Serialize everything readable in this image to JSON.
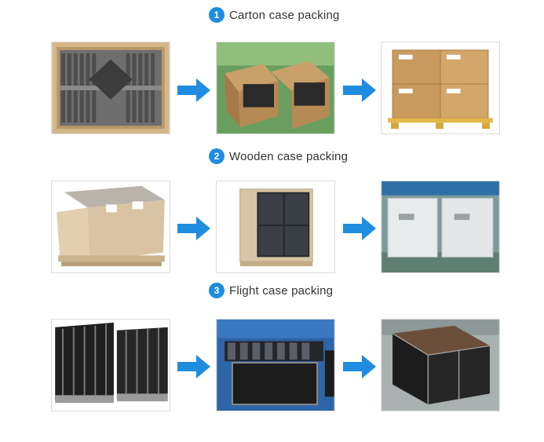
{
  "sections": [
    {
      "number": "1",
      "title": "Carton case packing"
    },
    {
      "number": "2",
      "title": "Wooden case packing"
    },
    {
      "number": "3",
      "title": "Flight case packing"
    }
  ],
  "colors": {
    "accent": "#1e8de0",
    "text": "#333333",
    "cardboard": "#c9a06a",
    "wood": "#d8c4a4",
    "flight_case": "#1f1f1f"
  },
  "icons": {
    "arrow": "right-arrow-icon",
    "badge": "number-badge"
  }
}
